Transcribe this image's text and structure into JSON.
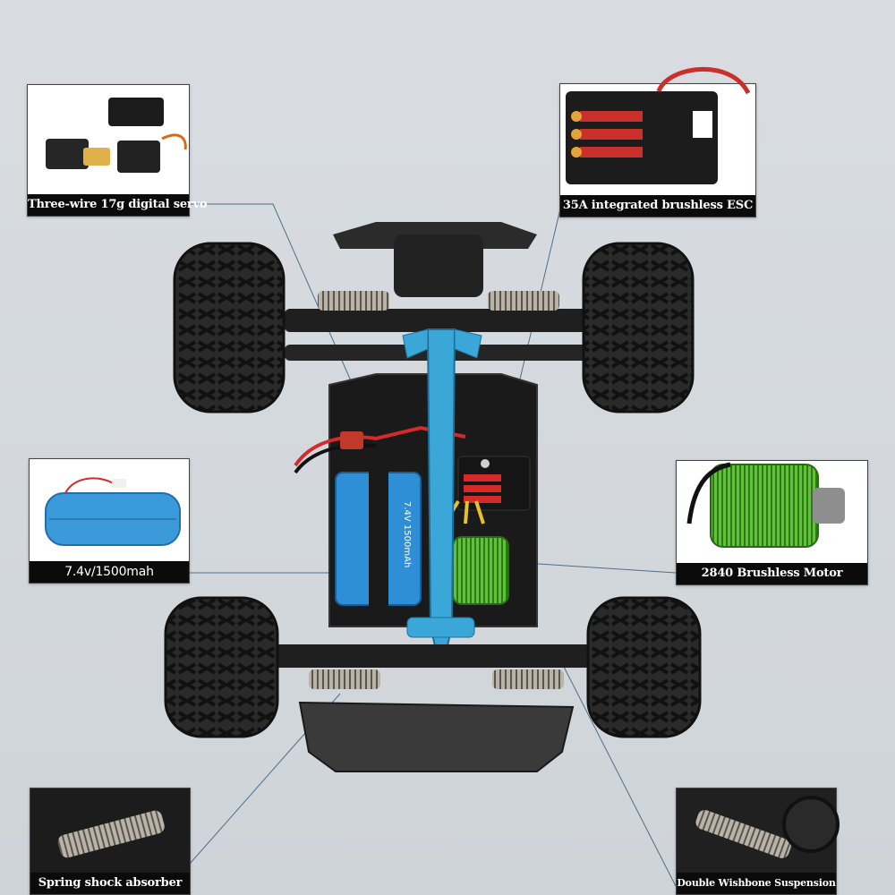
{
  "image_alt": "RC monster truck chassis seen from above with labeled component callouts",
  "colors": {
    "background": "#d4d8dc",
    "caption_bg": "#0b0b0b",
    "caption_text": "#ffffff",
    "chassis_blue": "#3aa7d8",
    "battery_blue": "#2f8fd6",
    "motor_green": "#4caf2e",
    "esc_red": "#d62a2a"
  },
  "callouts": {
    "servo": {
      "caption": "Three-wire 17g digital servo"
    },
    "esc": {
      "caption": "35A integrated brushless ESC"
    },
    "battery": {
      "caption": "7.4v/1500mah"
    },
    "motor": {
      "caption": "2840 Brushless Motor"
    },
    "shock": {
      "caption": "Spring shock absorber"
    },
    "suspension": {
      "caption": "Double Wishbone Suspension"
    }
  },
  "battery_label": {
    "line1": "7.4V 1500mAh"
  }
}
